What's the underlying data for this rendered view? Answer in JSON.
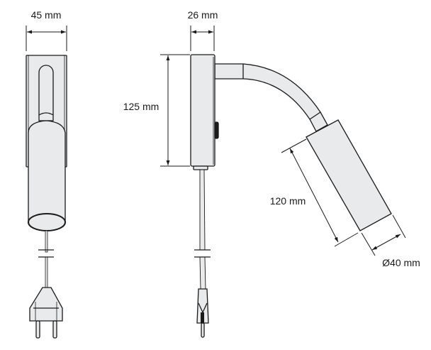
{
  "diagram": {
    "type": "dimension-drawing",
    "subject": "wall reading lamp with flexible arm",
    "colors": {
      "fill": "#e9eaec",
      "stroke": "#1a1a1a",
      "background": "#ffffff"
    },
    "views": {
      "front": {
        "width_label": "45 mm"
      },
      "side": {
        "depth_label": "26 mm",
        "height_label": "125 mm",
        "head_length_label": "120 mm",
        "head_diameter_label": "Ø40 mm"
      }
    }
  }
}
